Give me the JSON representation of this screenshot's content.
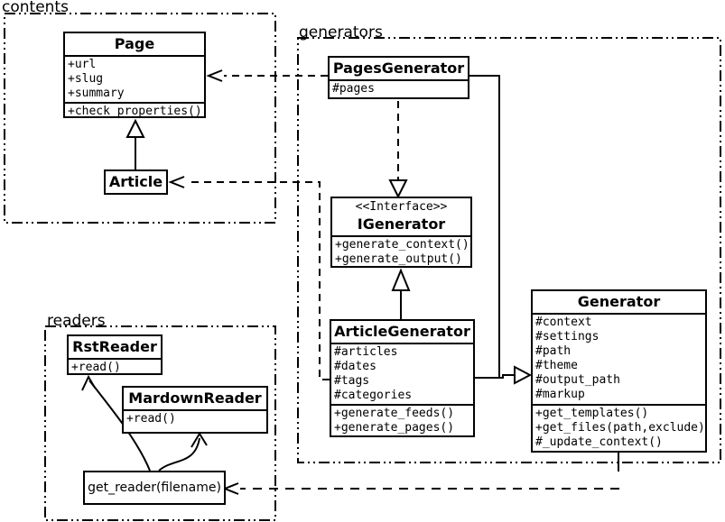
{
  "diagram": {
    "packages": {
      "contents": {
        "label": "contents"
      },
      "generators": {
        "label": "generators"
      },
      "readers": {
        "label": "readers"
      }
    },
    "classes": {
      "page": {
        "name": "Page",
        "attributes": [
          "+url",
          "+slug",
          "+summary"
        ],
        "methods": [
          "+check_properties()"
        ]
      },
      "article": {
        "name": "Article"
      },
      "pages_generator": {
        "name": "PagesGenerator",
        "attributes": [
          "#pages"
        ]
      },
      "igenerator": {
        "stereotype": "<<Interface>>",
        "name": "IGenerator",
        "methods": [
          "+generate_context()",
          "+generate_output()"
        ]
      },
      "article_generator": {
        "name": "ArticleGenerator",
        "attributes": [
          "#articles",
          "#dates",
          "#tags",
          "#categories"
        ],
        "methods": [
          "+generate_feeds()",
          "+generate_pages()"
        ]
      },
      "generator": {
        "name": "Generator",
        "attributes": [
          "#context",
          "#settings",
          "#path",
          "#theme",
          "#output_path",
          "#markup"
        ],
        "methods": [
          "+get_templates()",
          "+get_files(path,exclude)",
          "#_update_context()"
        ]
      },
      "rst_reader": {
        "name": "RstReader",
        "methods": [
          "+read()"
        ]
      },
      "mardown_reader": {
        "name": "MardownReader",
        "methods": [
          "+read()"
        ]
      },
      "get_reader": {
        "label": "get_reader(filename)"
      }
    },
    "relationships": [
      {
        "from": "Article",
        "to": "Page",
        "type": "inheritance",
        "line": "solid"
      },
      {
        "from": "PagesGenerator",
        "to": "Page",
        "type": "dependency",
        "line": "dashed"
      },
      {
        "from": "PagesGenerator",
        "to": "IGenerator",
        "type": "realization",
        "line": "dashed"
      },
      {
        "from": "ArticleGenerator",
        "to": "IGenerator",
        "type": "inheritance",
        "line": "solid"
      },
      {
        "from": "ArticleGenerator",
        "to": "Article",
        "type": "dependency",
        "line": "dashed"
      },
      {
        "from": "PagesGenerator",
        "to": "Generator",
        "type": "inheritance",
        "line": "solid"
      },
      {
        "from": "ArticleGenerator",
        "to": "Generator",
        "type": "inheritance",
        "line": "solid"
      },
      {
        "from": "Generator",
        "to": "get_reader(filename)",
        "type": "dependency",
        "line": "dashed"
      },
      {
        "from": "get_reader(filename)",
        "to": "RstReader",
        "type": "dependency",
        "line": "solid-curved"
      },
      {
        "from": "get_reader(filename)",
        "to": "MardownReader",
        "type": "dependency",
        "line": "solid-curved"
      }
    ],
    "colors": {
      "stroke": "#000000",
      "background": "#ffffff",
      "box_fill": "#ffffff"
    }
  }
}
